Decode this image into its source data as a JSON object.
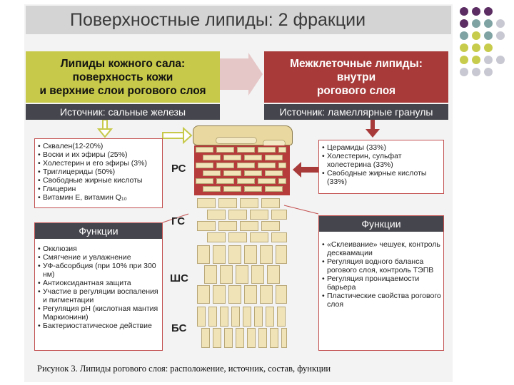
{
  "title": "Поверхностные липиды: 2 фракции",
  "left_header": [
    "Липиды кожного сала:",
    "поверхность кожи",
    "и верхние слои рогового слоя"
  ],
  "right_header": [
    "Межклеточные липиды:",
    "внутри",
    "рогового слоя"
  ],
  "left_source": "Источник: сальные железы",
  "right_source": "Источник: ламеллярные гранулы",
  "left_composition": [
    "Сквален(12-20%)",
    "Воски и их эфиры (25%)",
    "Холестерин и его эфиры (3%)",
    "Триглицериды (50%)",
    "Свободные жирные кислоты",
    "Глицерин",
    "Витамин E, витамин Q₁₀"
  ],
  "right_composition": [
    "Церамиды (33%)",
    "Холестерин, сульфат холестерина (33%)",
    "Свободные жирные кислоты (33%)"
  ],
  "functions_label": "Функции",
  "left_functions": [
    "Окклюзия",
    "Смягчение и увлажнение",
    "УФ-абсорбция (при 10% при 300 нм)",
    "Антиоксидантная защита",
    "Участие в регуляции воспаления и пигментации",
    "Регуляция pH (кислотная мантия Маркионини)",
    "Бактериостатическое действие"
  ],
  "right_functions": [
    "«Склеивание» чешуек, контроль десквамации",
    "Регуляция водного баланса рогового слоя, контроль ТЭПВ",
    "Регуляция проницаемости барьера",
    "Пластические свойства рогового слоя"
  ],
  "layers": {
    "rs": "РС",
    "gs": "ГС",
    "shs": "ШС",
    "bs": "БС"
  },
  "caption": "Рисунок 3. Липиды рогового слоя: расположение, источник, состав, функции",
  "colors": {
    "yellow": "#c7c94a",
    "red": "#a83a3a",
    "dark": "#45454d",
    "purple": "#5b2d63",
    "teal": "#7fa3a3",
    "lime": "#c8cc4c",
    "grey": "#c8c8d2"
  }
}
